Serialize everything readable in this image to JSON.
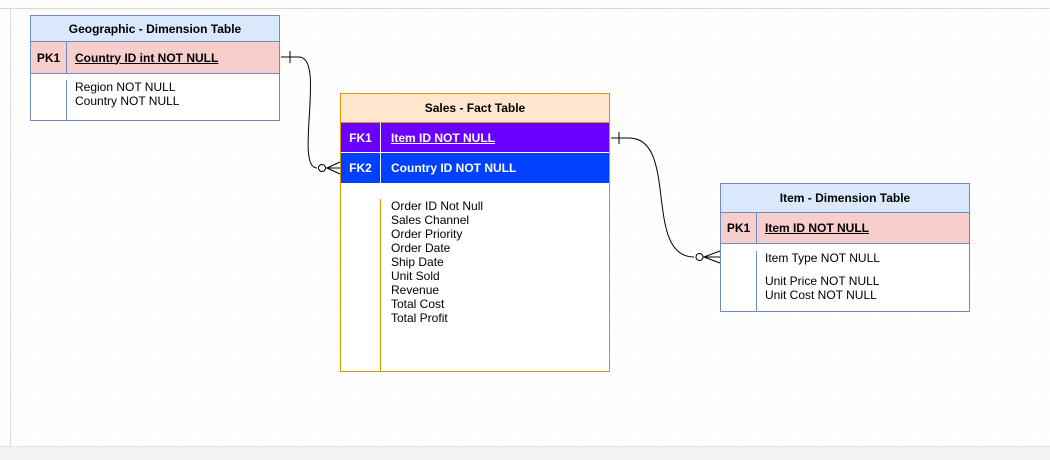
{
  "colors": {
    "dim_header_bg": "#dae8fc",
    "dim_border": "#6c8ebf",
    "pk_bg": "#f8cecc",
    "fact_header_bg": "#ffe6cc",
    "fact_border": "#d79b00",
    "fk1_bg": "#6a00ff",
    "fk2_bg": "#0040ff",
    "edge": "#000000"
  },
  "tables": {
    "geographic": {
      "title": "Geographic - Dimension Table",
      "pk_key": "PK1",
      "pk_field": "Country ID int NOT NULL",
      "attributes": [
        "Region NOT NULL",
        "Country NOT NULL"
      ]
    },
    "sales": {
      "title": "Sales - Fact Table",
      "fk1_key": "FK1",
      "fk1_field": "Item ID NOT NULL",
      "fk2_key": "FK2",
      "fk2_field": "Country ID NOT NULL",
      "attributes": [
        "Order ID Not Null",
        "Sales Channel",
        "Order Priority",
        "Order Date",
        "Ship Date",
        "Unit Sold",
        "Revenue",
        "Total Cost",
        "Total Profit"
      ]
    },
    "item": {
      "title": "Item - Dimension Table",
      "pk_key": "PK1",
      "pk_field": "Item ID NOT NULL",
      "attributes": [
        "Item Type NOT NULL",
        "Unit Price NOT NULL",
        "Unit Cost NOT NULL"
      ]
    }
  }
}
